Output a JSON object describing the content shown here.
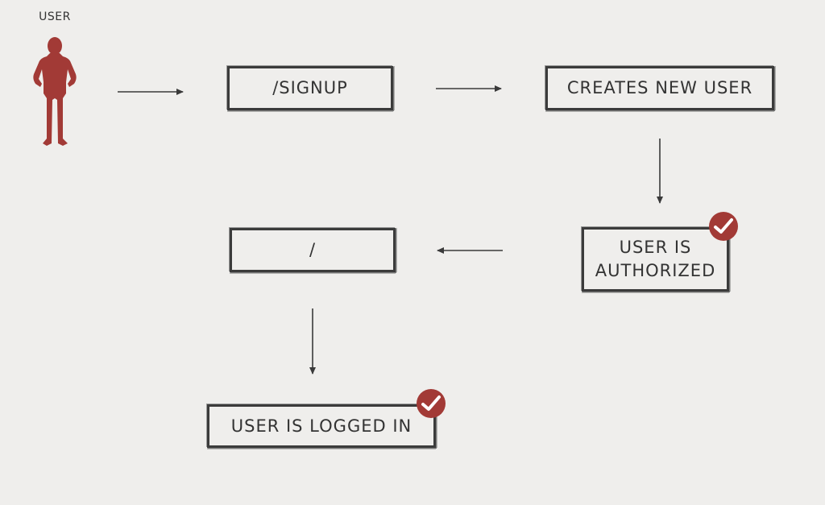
{
  "user": {
    "label": "USER",
    "figure_icon": "person-silhouette-icon",
    "figure_color": "#a23a36"
  },
  "steps": {
    "signup": "/SIGNUP",
    "creates_user": "CREATES NEW USER",
    "authorized_line1": "USER IS",
    "authorized_line2": "AUTHORIZED",
    "root": "/",
    "logged_in": "USER IS LOGGED IN"
  },
  "badges": {
    "icon": "checkmark-badge-icon",
    "color": "#a23a36"
  },
  "colors": {
    "background": "#efeeec",
    "ink": "#3a3a3a"
  }
}
